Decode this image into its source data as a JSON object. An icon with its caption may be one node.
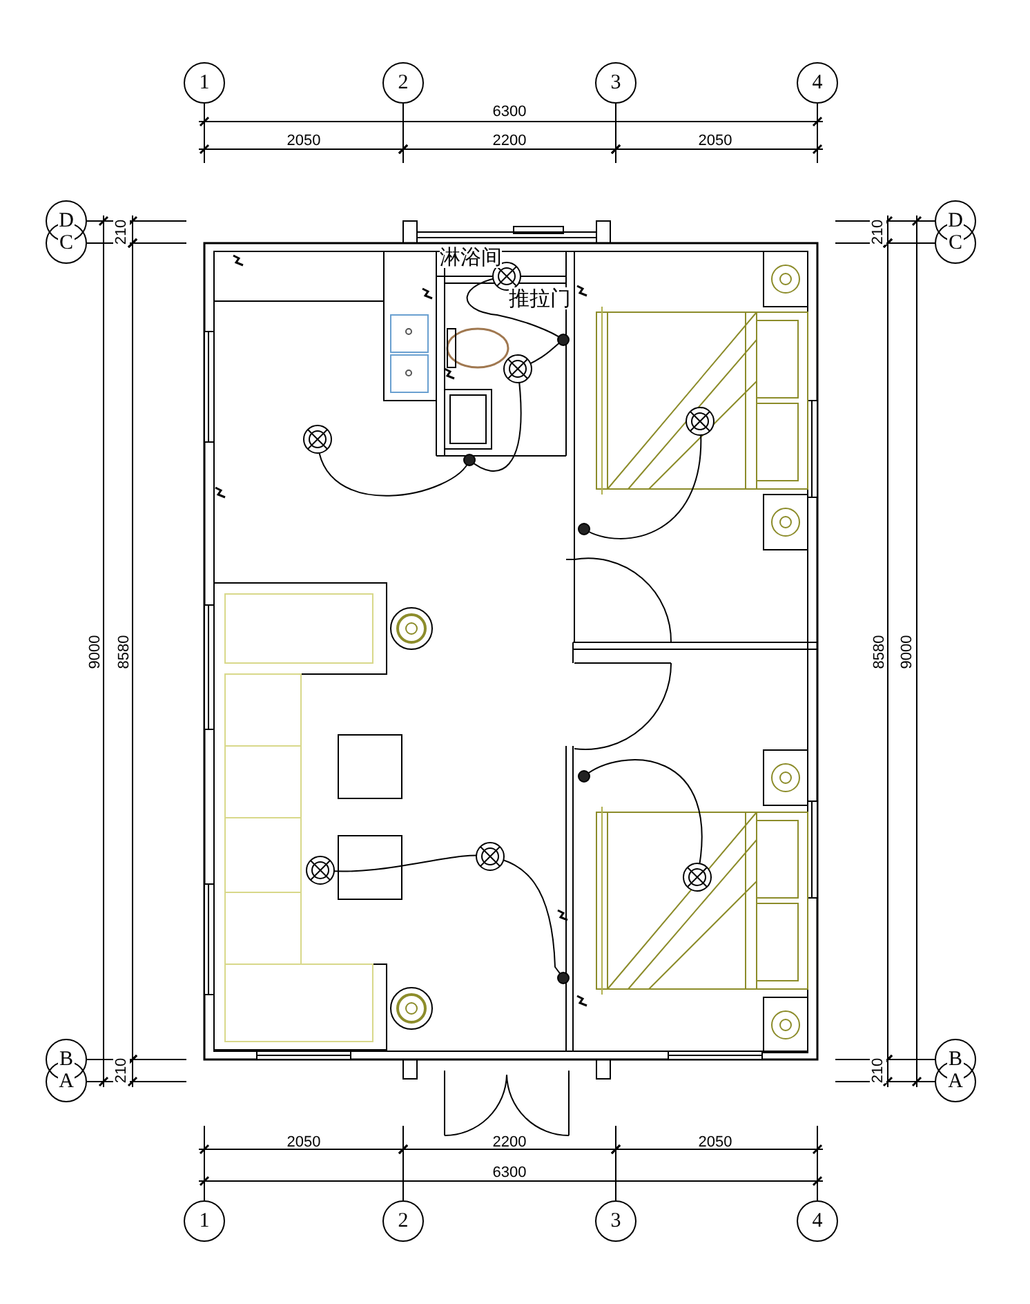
{
  "diagram": {
    "nodes": [
      {
        "text": [
          "1"
        ]
      },
      {
        "text": [
          "2"
        ]
      },
      {
        "text": [
          "3"
        ]
      },
      {
        "text": [
          "4"
        ]
      },
      {
        "text": [
          "D"
        ]
      },
      {
        "text": [
          "C"
        ]
      },
      {
        "text": [
          "D"
        ]
      },
      {
        "text": [
          "C"
        ]
      },
      {
        "text": [
          "B"
        ]
      },
      {
        "text": [
          "A"
        ]
      },
      {
        "text": [
          "B"
        ]
      },
      {
        "text": [
          "A"
        ]
      },
      {
        "text": [
          "1"
        ]
      },
      {
        "text": [
          "2"
        ]
      },
      {
        "text": [
          "3"
        ]
      },
      {
        "text": [
          "4"
        ]
      }
    ],
    "labels": [
      "6300",
      "2050",
      "2200",
      "2050",
      "210",
      "210",
      "淋浴间",
      "推拉门",
      "9000",
      "8580",
      "8580",
      "9000",
      "210",
      "210",
      "2050",
      "2200",
      "2050",
      "6300"
    ]
  }
}
